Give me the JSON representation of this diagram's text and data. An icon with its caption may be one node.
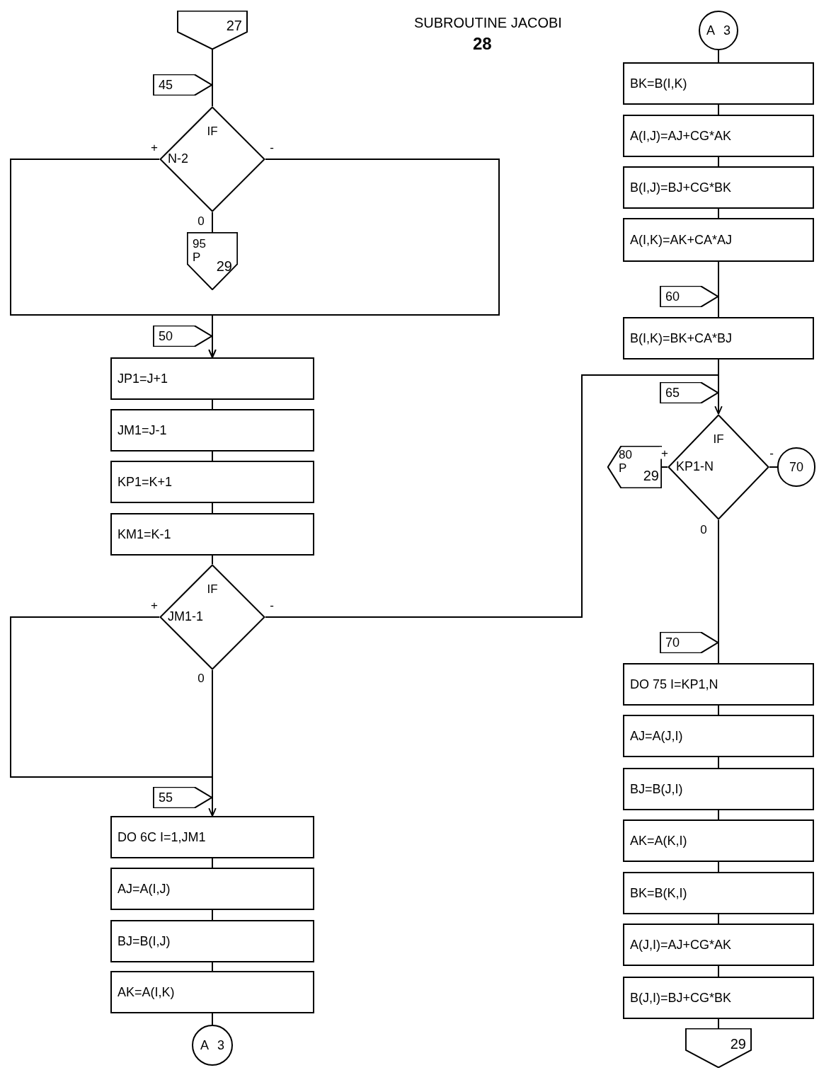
{
  "diagram": {
    "title": "SUBROUTINE JACOBI",
    "nodes": [
      {
        "text": [
          "27"
        ]
      },
      {
        "text": [
          "45"
        ]
      },
      {
        "text": [
          "IF",
          "N-2"
        ]
      },
      {
        "text": [
          "95",
          "P",
          "29"
        ]
      },
      {
        "text": [
          "50"
        ]
      },
      {
        "text": [
          "JP1=J+1"
        ]
      },
      {
        "text": [
          "JM1=J-1"
        ]
      },
      {
        "text": [
          "KP1=K+1"
        ]
      },
      {
        "text": [
          "KM1=K-1"
        ]
      },
      {
        "text": [
          "IF",
          "JM1-1"
        ]
      },
      {
        "text": [
          "55"
        ]
      },
      {
        "text": [
          "DO 6C I=1,JM1"
        ]
      },
      {
        "text": [
          "AJ=A(I,J)"
        ]
      },
      {
        "text": [
          "BJ=B(I,J)"
        ]
      },
      {
        "text": [
          "AK=A(I,K)"
        ]
      },
      {
        "text": [
          "A",
          "3"
        ]
      },
      {
        "text": [
          "A",
          "3"
        ]
      },
      {
        "text": [
          "BK=B(I,K)"
        ]
      },
      {
        "text": [
          "A(I,J)=AJ+CG*AK"
        ]
      },
      {
        "text": [
          "B(I,J)=BJ+CG*BK"
        ]
      },
      {
        "text": [
          "A(I,K)=AK+CA*AJ"
        ]
      },
      {
        "text": [
          "60"
        ]
      },
      {
        "text": [
          "B(I,K)=BK+CA*BJ"
        ]
      },
      {
        "text": [
          "65"
        ]
      },
      {
        "text": [
          "IF",
          "KP1-N"
        ]
      },
      {
        "text": [
          "80",
          "P",
          "29"
        ]
      },
      {
        "text": [
          "70"
        ]
      },
      {
        "text": [
          "70"
        ]
      },
      {
        "text": [
          "DO 75 I=KP1,N"
        ]
      },
      {
        "text": [
          "AJ=A(J,I)"
        ]
      },
      {
        "text": [
          "BJ=B(J,I)"
        ]
      },
      {
        "text": [
          "AK=A(K,I)"
        ]
      },
      {
        "text": [
          "BK=B(K,I)"
        ]
      },
      {
        "text": [
          "A(J,I)=AJ+CG*AK"
        ]
      },
      {
        "text": [
          "B(J,I)=BJ+CG*BK"
        ]
      },
      {
        "text": [
          "29"
        ]
      }
    ],
    "edges": [
      {
        "from": 0,
        "to": 2,
        "arrow": "none"
      },
      {
        "from": 2,
        "to": 5,
        "arrow": "to",
        "label": "+"
      },
      {
        "from": 2,
        "to": 5,
        "arrow": "to",
        "label": "-"
      },
      {
        "from": 2,
        "to": 3,
        "arrow": "none",
        "label": "0"
      },
      {
        "from": 5,
        "to": 6,
        "arrow": "none"
      },
      {
        "from": 6,
        "to": 7,
        "arrow": "none"
      },
      {
        "from": 7,
        "to": 8,
        "arrow": "none"
      },
      {
        "from": 8,
        "to": 9,
        "arrow": "none"
      },
      {
        "from": 9,
        "to": 11,
        "arrow": "to",
        "label": "+"
      },
      {
        "from": 9,
        "to": 24,
        "arrow": "to",
        "label": "-"
      },
      {
        "from": 9,
        "to": 11,
        "arrow": "none",
        "label": "0"
      },
      {
        "from": 11,
        "to": 12,
        "arrow": "none"
      },
      {
        "from": 12,
        "to": 13,
        "arrow": "none"
      },
      {
        "from": 13,
        "to": 14,
        "arrow": "none"
      },
      {
        "from": 14,
        "to": 15,
        "arrow": "none"
      },
      {
        "from": 16,
        "to": 17,
        "arrow": "none"
      },
      {
        "from": 17,
        "to": 18,
        "arrow": "none"
      },
      {
        "from": 18,
        "to": 19,
        "arrow": "none"
      },
      {
        "from": 19,
        "to": 20,
        "arrow": "none"
      },
      {
        "from": 20,
        "to": 22,
        "arrow": "none"
      },
      {
        "from": 22,
        "to": 24,
        "arrow": "none"
      },
      {
        "from": 24,
        "to": 25,
        "arrow": "none",
        "label": "+"
      },
      {
        "from": 24,
        "to": 26,
        "arrow": "none",
        "label": "-"
      },
      {
        "from": 24,
        "to": 28,
        "arrow": "none",
        "label": "0"
      },
      {
        "from": 28,
        "to": 29,
        "arrow": "none"
      },
      {
        "from": 29,
        "to": 30,
        "arrow": "none"
      },
      {
        "from": 30,
        "to": 31,
        "arrow": "none"
      },
      {
        "from": 31,
        "to": 32,
        "arrow": "none"
      },
      {
        "from": 32,
        "to": 33,
        "arrow": "none"
      },
      {
        "from": 33,
        "to": 34,
        "arrow": "none"
      },
      {
        "from": 34,
        "to": 35,
        "arrow": "none"
      }
    ],
    "labels": [
      "28"
    ]
  }
}
